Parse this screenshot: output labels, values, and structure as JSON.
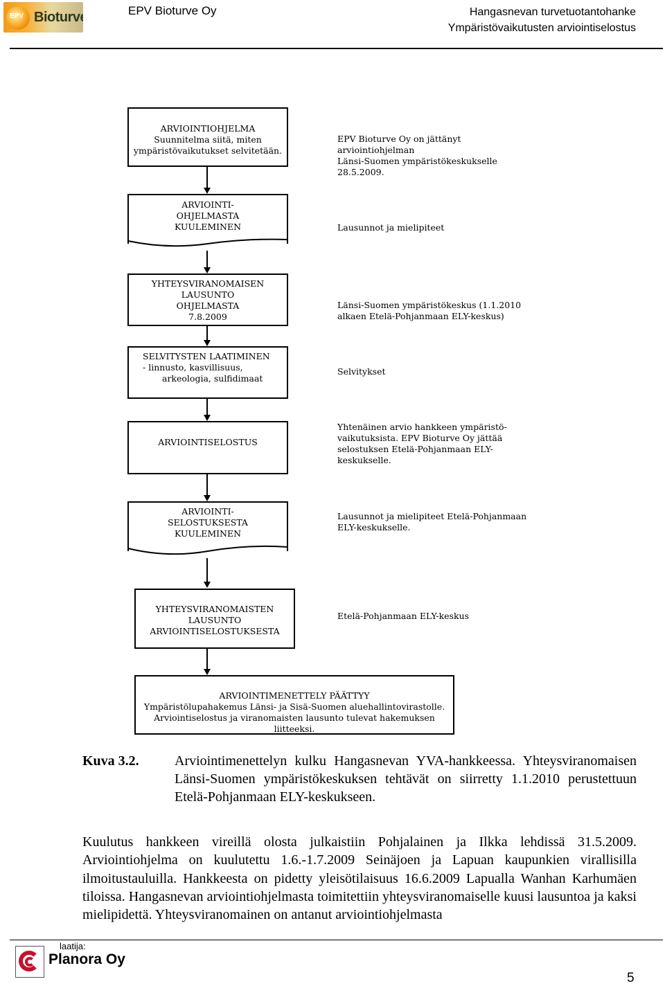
{
  "header": {
    "logo_text": "Bioturve",
    "logo_badge": "EPV",
    "company": "EPV Bioturve Oy",
    "project": "Hangasnevan turvetuotantohanke",
    "doc_type": "Ympäristövaikutusten arviointiselostus"
  },
  "flowchart": {
    "steps": [
      {
        "lines": [
          "ARVIOINTIOHJELMA",
          "Suunnitelma siitä, miten",
          "ympäristövaikutukset selvitetään."
        ],
        "note": [
          "EPV Bioturve Oy on jättänyt",
          "arviointiohjelman",
          "Länsi-Suomen ympäristökeskukselle",
          "28.5.2009."
        ]
      },
      {
        "lines": [
          "ARVIOINTI-",
          "OHJELMASTA",
          "KUULEMINEN"
        ],
        "note": [
          "Lausunnot ja mielipiteet"
        ]
      },
      {
        "lines": [
          "YHTEYSVIRANOMAISEN",
          "LAUSUNTO",
          "OHJELMASTA",
          "7.8.2009"
        ],
        "note": [
          "Länsi-Suomen ympäristökeskus  (1.1.2010",
          "alkaen Etelä-Pohjanmaan ELY-keskus)"
        ]
      },
      {
        "lines": [
          "SELVITYSTEN LAATIMINEN",
          "-   linnusto, kasvillisuus,",
          "arkeologia, sulfidimaat"
        ],
        "note": [
          "Selvitykset"
        ]
      },
      {
        "lines": [
          "ARVIOINTISELOSTUS"
        ],
        "note": [
          "Yhtenäinen arvio hankkeen ympäristö-",
          "vaikutuksista. EPV Bioturve Oy jättää",
          "selostuksen Etelä-Pohjanmaan ELY-",
          "keskukselle."
        ]
      },
      {
        "lines": [
          "ARVIOINTI-",
          "SELOSTUKSESTA",
          "KUULEMINEN"
        ],
        "note": [
          "Lausunnot ja mielipiteet Etelä-Pohjanmaan",
          "ELY-keskukselle."
        ]
      },
      {
        "lines": [
          "YHTEYSVIRANOMAISTEN",
          "LAUSUNTO",
          "ARVIOINTISELOSTUKSESTA"
        ],
        "note": [
          "Etelä-Pohjanmaan ELY-keskus"
        ]
      },
      {
        "lines": [
          "ARVIOINTIMENETTELY PÄÄTTYY",
          "Ympäristölupahakemus Länsi- ja Sisä-Suomen aluehallintovirastolle.",
          "Arviointiselostus ja viranomaisten lausunto tulevat hakemuksen liitteeksi."
        ],
        "note": []
      }
    ]
  },
  "caption": {
    "label": "Kuva 3.2.",
    "text": "Arviointimenettelyn kulku Hangasnevan YVA-hankkeessa. Yhteysviranomaisen Länsi-Suomen ympäristökeskuksen tehtävät on siirretty 1.1.2010 perustettuun Etelä-Pohjanmaan ELY-keskukseen."
  },
  "body": {
    "paragraph": "Kuulutus hankkeen vireillä olosta julkaistiin Pohjalainen  ja Ilkka lehdissä 31.5.2009. Arviointiohjelma on kuulutettu 1.6.-1.7.2009 Seinäjoen ja Lapuan kaupunkien virallisilla ilmoitustauluilla. Hankkeesta on pidetty yleisötilaisuus 16.6.2009 Lapualla Wanhan Karhumäen tiloissa. Hangasnevan arviointiohjelmasta toimitettiin yhteysviranomaiselle kuusi lausuntoa ja kaksi mielipidettä. Yhteysviranomainen on antanut arviointiohjelmasta"
  },
  "footer": {
    "label": "laatija:",
    "company": "Planora Oy",
    "page": "5"
  }
}
